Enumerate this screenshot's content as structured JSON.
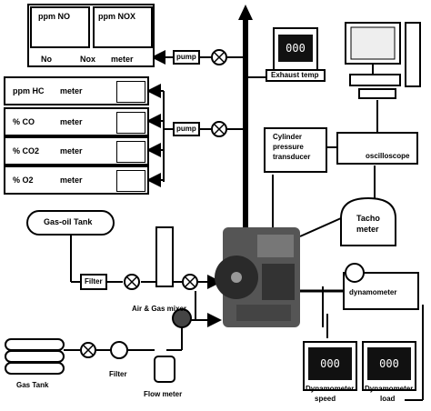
{
  "nox_analyzer": {
    "ppm_no": "ppm NO",
    "ppm_nox": "ppm NOX",
    "bottom_no": "No",
    "bottom_nox": "Nox",
    "bottom_meter": "meter"
  },
  "meters": [
    {
      "label": "ppm HC",
      "meter": "meter"
    },
    {
      "label": "% CO",
      "meter": "meter"
    },
    {
      "label": "% CO2",
      "meter": "meter"
    },
    {
      "label": "% O2",
      "meter": "meter"
    }
  ],
  "pump_top": "pump",
  "pump_mid": "pump",
  "exhaust_display": "000",
  "exhaust_label": "Exhaust temp",
  "cylinder_pressure": [
    "Cylinder",
    "pressure",
    "transducer"
  ],
  "oscilloscope": "oscilloscope",
  "tacho": [
    "Tacho",
    "meter"
  ],
  "dynamometer": "dynamometer",
  "speed_display": "000",
  "speed_label": [
    "Dynamometer",
    "speed"
  ],
  "load_display": "000",
  "load_label": [
    "Dynamometer",
    "load"
  ],
  "gas_oil_tank": "Gas-oil Tank",
  "filter_top": "Filter",
  "air_gas_mixer": "Air & Gas mixer",
  "gas_tank": "Gas Tank",
  "filter_bottom": "Filter",
  "flow_meter": "Flow meter"
}
